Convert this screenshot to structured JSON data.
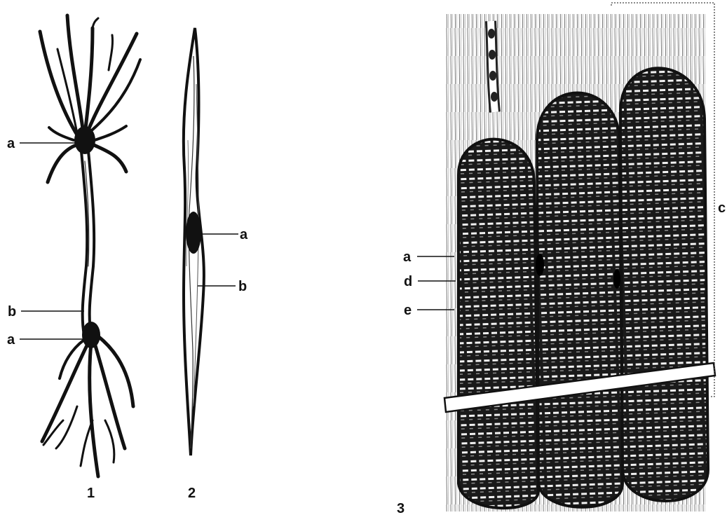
{
  "figures": [
    {
      "id": "1",
      "caption": "1",
      "labels": {
        "a_top": "a",
        "b": "b",
        "a_bottom": "a"
      }
    },
    {
      "id": "2",
      "caption": "2",
      "labels": {
        "a": "a",
        "b": "b"
      }
    },
    {
      "id": "3",
      "caption": "3",
      "labels": {
        "a": "a",
        "d": "d",
        "e": "e",
        "c": "c"
      }
    }
  ],
  "colors": {
    "ink": "#111111",
    "paper": "#ffffff",
    "muscle": "#1a1a1a",
    "stripe": "#f2f2f2"
  }
}
